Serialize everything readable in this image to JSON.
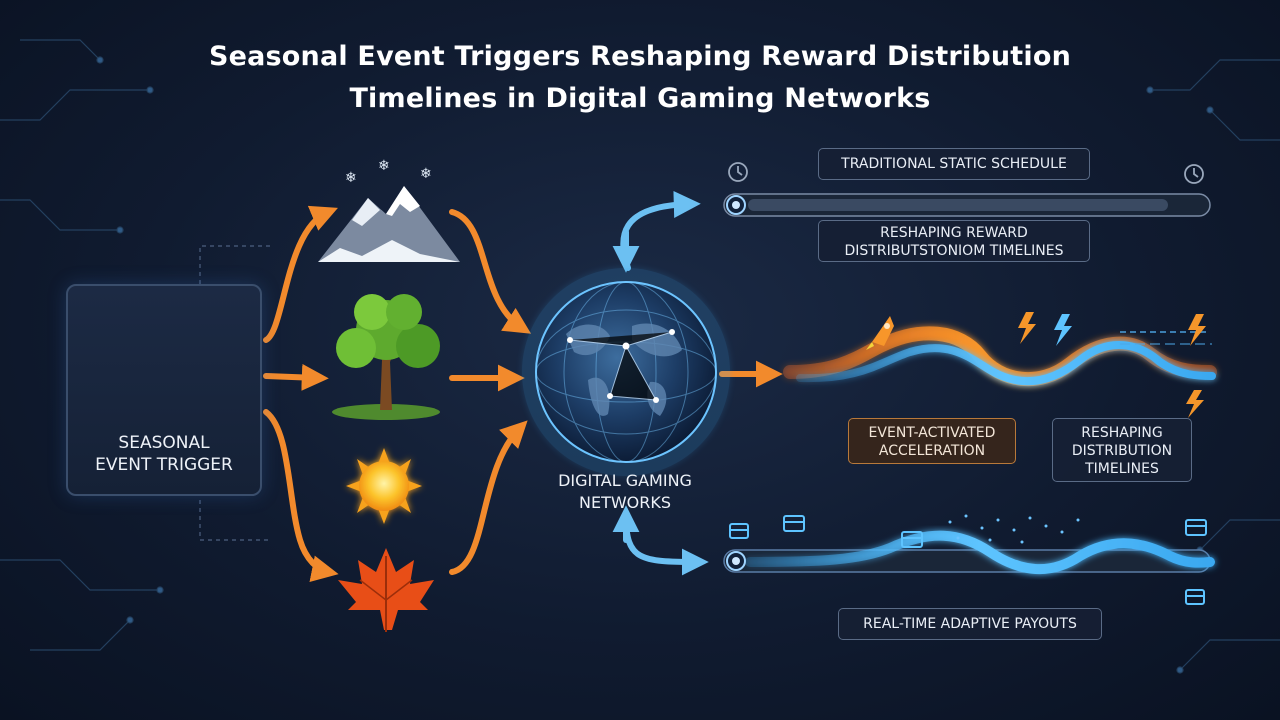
{
  "title_line1": "Seasonal Event Triggers Reshaping Reward Distribution",
  "title_line2": "Timelines in Digital Gaming Networks",
  "trigger": {
    "label_line1": "SEASONAL",
    "label_line2": "EVENT TRIGGER",
    "icon": "gamepad-icon"
  },
  "seasons": [
    {
      "name": "winter",
      "icon": "snowy-mountain-icon"
    },
    {
      "name": "spring",
      "icon": "tree-icon"
    },
    {
      "name": "summer",
      "icon": "sun-icon"
    },
    {
      "name": "autumn",
      "icon": "maple-leaf-icon"
    }
  ],
  "globe": {
    "label_line1": "DIGITAL GAMING",
    "label_line2": "NETWORKS",
    "icon": "globe-icon"
  },
  "timelines": {
    "static_label": "TRADITIONAL STATIC SCHEDULE",
    "reshape_top_line1": "RESHAPING REWARD",
    "reshape_top_line2": "DISTRIBUTSTONIOM TIMELINES",
    "accel_line1": "EVENT-ACTIVATED",
    "accel_line2": "ACCELERATION",
    "reshape_mid_line1": "RESHAPING",
    "reshape_mid_line2": "DISTRIBUTION",
    "reshape_mid_line3": "TIMELINES",
    "payouts_label": "REAL-TIME ADAPTIVE PAYOUTS"
  },
  "colors": {
    "orange_arrow": "#f28a2c",
    "blue_arrow": "#5fb4ec",
    "background": "#101b30",
    "accent_blue": "#3aa8f0",
    "accent_orange": "#f5a623"
  }
}
